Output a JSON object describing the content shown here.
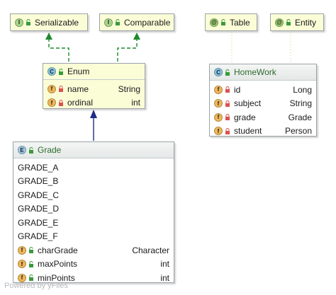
{
  "interfaces": [
    {
      "name": "Serializable",
      "kind": "I"
    },
    {
      "name": "Comparable",
      "kind": "I"
    }
  ],
  "annotations": [
    {
      "name": "Table",
      "kind": "@"
    },
    {
      "name": "Entity",
      "kind": "@"
    }
  ],
  "enum_class": {
    "name": "Enum",
    "kind": "C",
    "fields": [
      {
        "name": "name",
        "type": "String"
      },
      {
        "name": "ordinal",
        "type": "int"
      }
    ]
  },
  "homework": {
    "name": "HomeWork",
    "kind": "C",
    "fields": [
      {
        "name": "id",
        "type": "Long"
      },
      {
        "name": "subject",
        "type": "String"
      },
      {
        "name": "grade",
        "type": "Grade"
      },
      {
        "name": "student",
        "type": "Person"
      }
    ]
  },
  "grade": {
    "name": "Grade",
    "kind": "E",
    "constants": [
      "GRADE_A",
      "GRADE_B",
      "GRADE_C",
      "GRADE_D",
      "GRADE_E",
      "GRADE_F"
    ],
    "fields": [
      {
        "name": "charGrade",
        "type": "Character"
      },
      {
        "name": "maxPoints",
        "type": "int"
      },
      {
        "name": "minPoints",
        "type": "int"
      }
    ]
  },
  "field_badge": "f",
  "watermark": "Powered by yFiles",
  "colors": {
    "realization_arrow": "#1e8a2e",
    "inheritance_arrow": "#1f2b88",
    "annotation_link": "#e2d9a8",
    "interface_header": "#fbfdd7"
  },
  "icons": {
    "interface": "interface-icon",
    "class": "class-icon",
    "enum": "enum-icon",
    "annotation": "annotation-icon",
    "field": "field-icon",
    "public": "public-unlock-icon",
    "private": "private-lock-icon"
  }
}
